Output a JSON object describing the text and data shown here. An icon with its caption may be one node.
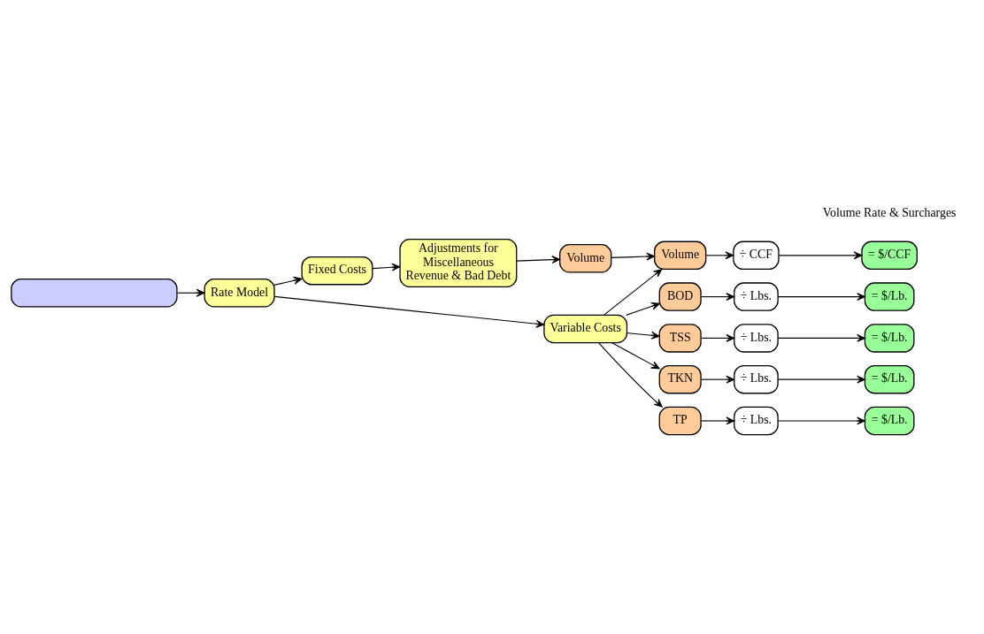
{
  "diagram": {
    "nodes": [
      {
        "text": [],
        "shape": "box"
      },
      {
        "text": [
          "Rate Model"
        ]
      },
      {
        "text": [
          "Fixed Costs"
        ]
      },
      {
        "text": [
          "Variable Costs"
        ]
      },
      {
        "text": [
          "Adjustments for Miscellaneous Revenue & Bad Debt"
        ]
      },
      {
        "text": [
          "Volume"
        ]
      },
      {
        "text": [
          "Volume"
        ]
      },
      {
        "text": [
          "÷ CCF"
        ]
      },
      {
        "text": [
          "= $/CCF"
        ]
      },
      {
        "text": [
          "BOD"
        ]
      },
      {
        "text": [
          "÷ Lbs."
        ]
      },
      {
        "text": [
          "= $/Lb."
        ]
      },
      {
        "text": [
          "TSS"
        ]
      },
      {
        "text": [
          "÷ Lbs."
        ]
      },
      {
        "text": [
          "= $/Lb."
        ]
      },
      {
        "text": [
          "TKN"
        ]
      },
      {
        "text": [
          "÷ Lbs."
        ]
      },
      {
        "text": [
          "= $/Lb."
        ]
      },
      {
        "text": [
          "TP"
        ]
      },
      {
        "text": [
          "÷ Lbs."
        ]
      },
      {
        "text": [
          "= $/Lb."
        ]
      }
    ],
    "edges": [
      {
        "from": 0,
        "to": 1,
        "arrow": "to"
      },
      {
        "from": 1,
        "to": 2,
        "arrow": "to"
      },
      {
        "from": 1,
        "to": 3,
        "arrow": "to"
      },
      {
        "from": 2,
        "to": 4,
        "arrow": "to"
      },
      {
        "from": 4,
        "to": 5,
        "arrow": "to"
      },
      {
        "from": 5,
        "to": 6,
        "arrow": "to"
      },
      {
        "from": 3,
        "to": 6,
        "arrow": "to"
      },
      {
        "from": 3,
        "to": 9,
        "arrow": "to"
      },
      {
        "from": 3,
        "to": 12,
        "arrow": "to"
      },
      {
        "from": 3,
        "to": 15,
        "arrow": "to"
      },
      {
        "from": 3,
        "to": 18,
        "arrow": "to"
      },
      {
        "from": 6,
        "to": 7,
        "arrow": "to"
      },
      {
        "from": 7,
        "to": 8,
        "arrow": "to"
      },
      {
        "from": 9,
        "to": 10,
        "arrow": "to"
      },
      {
        "from": 10,
        "to": 11,
        "arrow": "to"
      },
      {
        "from": 12,
        "to": 13,
        "arrow": "to"
      },
      {
        "from": 13,
        "to": 14,
        "arrow": "to"
      },
      {
        "from": 15,
        "to": 16,
        "arrow": "to"
      },
      {
        "from": 16,
        "to": 17,
        "arrow": "to"
      },
      {
        "from": 18,
        "to": 19,
        "arrow": "to"
      },
      {
        "from": 19,
        "to": 20,
        "arrow": "to"
      }
    ],
    "labels": [
      "Volume Rate & Surcharges"
    ]
  }
}
